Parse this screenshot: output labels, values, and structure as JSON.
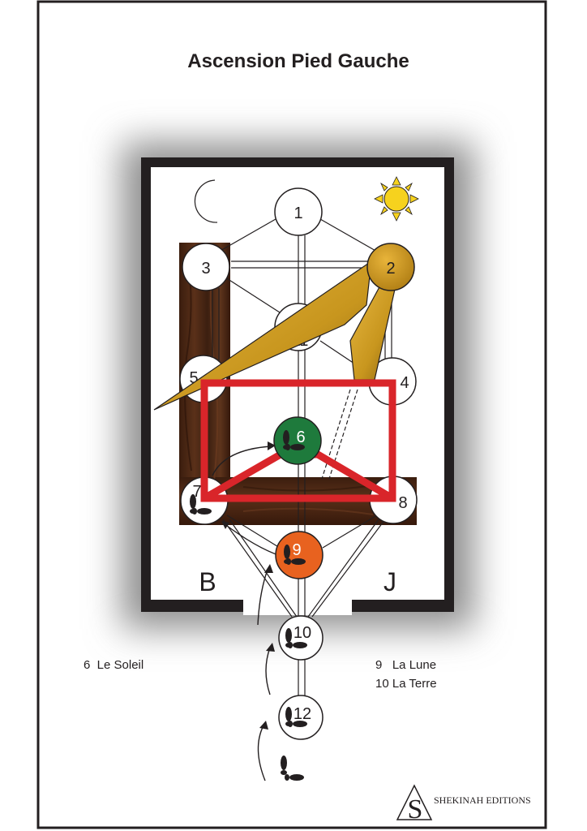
{
  "title": "Ascension Pied Gauche",
  "nodes": [
    {
      "label": "1",
      "fill": "#ffffff"
    },
    {
      "label": "2",
      "fill": "#c8961e"
    },
    {
      "label": "3",
      "fill": "#ffffff"
    },
    {
      "label": "4",
      "fill": "#ffffff"
    },
    {
      "label": "5",
      "fill": "#ffffff"
    },
    {
      "label": "6",
      "fill": "#1e7a3c"
    },
    {
      "label": "7",
      "fill": "#ffffff"
    },
    {
      "label": "8",
      "fill": "#ffffff"
    },
    {
      "label": "9",
      "fill": "#e8621f"
    },
    {
      "label": "10",
      "fill": "#ffffff"
    },
    {
      "label": "11",
      "fill": "#ffffff"
    },
    {
      "label": "12",
      "fill": "#ffffff"
    }
  ],
  "columns": {
    "left": "B",
    "right": "J"
  },
  "legend": {
    "left": "6  Le Soleil",
    "right_line1": "9   La Lune",
    "right_line2": "10 La Terre"
  },
  "publisher": "SHEKINAH EDITIONS",
  "publisher_logo_letter": "S",
  "colors": {
    "frame": "#231f20",
    "wood": "#4a2816",
    "red_frame": "#d9252a",
    "gold": "#c8961e",
    "moon": "#f2e233",
    "sun": "#f6d21e",
    "green_node": "#1e7a3c",
    "orange_node": "#e8621f"
  },
  "icons": [
    "moon-icon",
    "sun-icon",
    "footprint-icon",
    "publisher-logo"
  ]
}
